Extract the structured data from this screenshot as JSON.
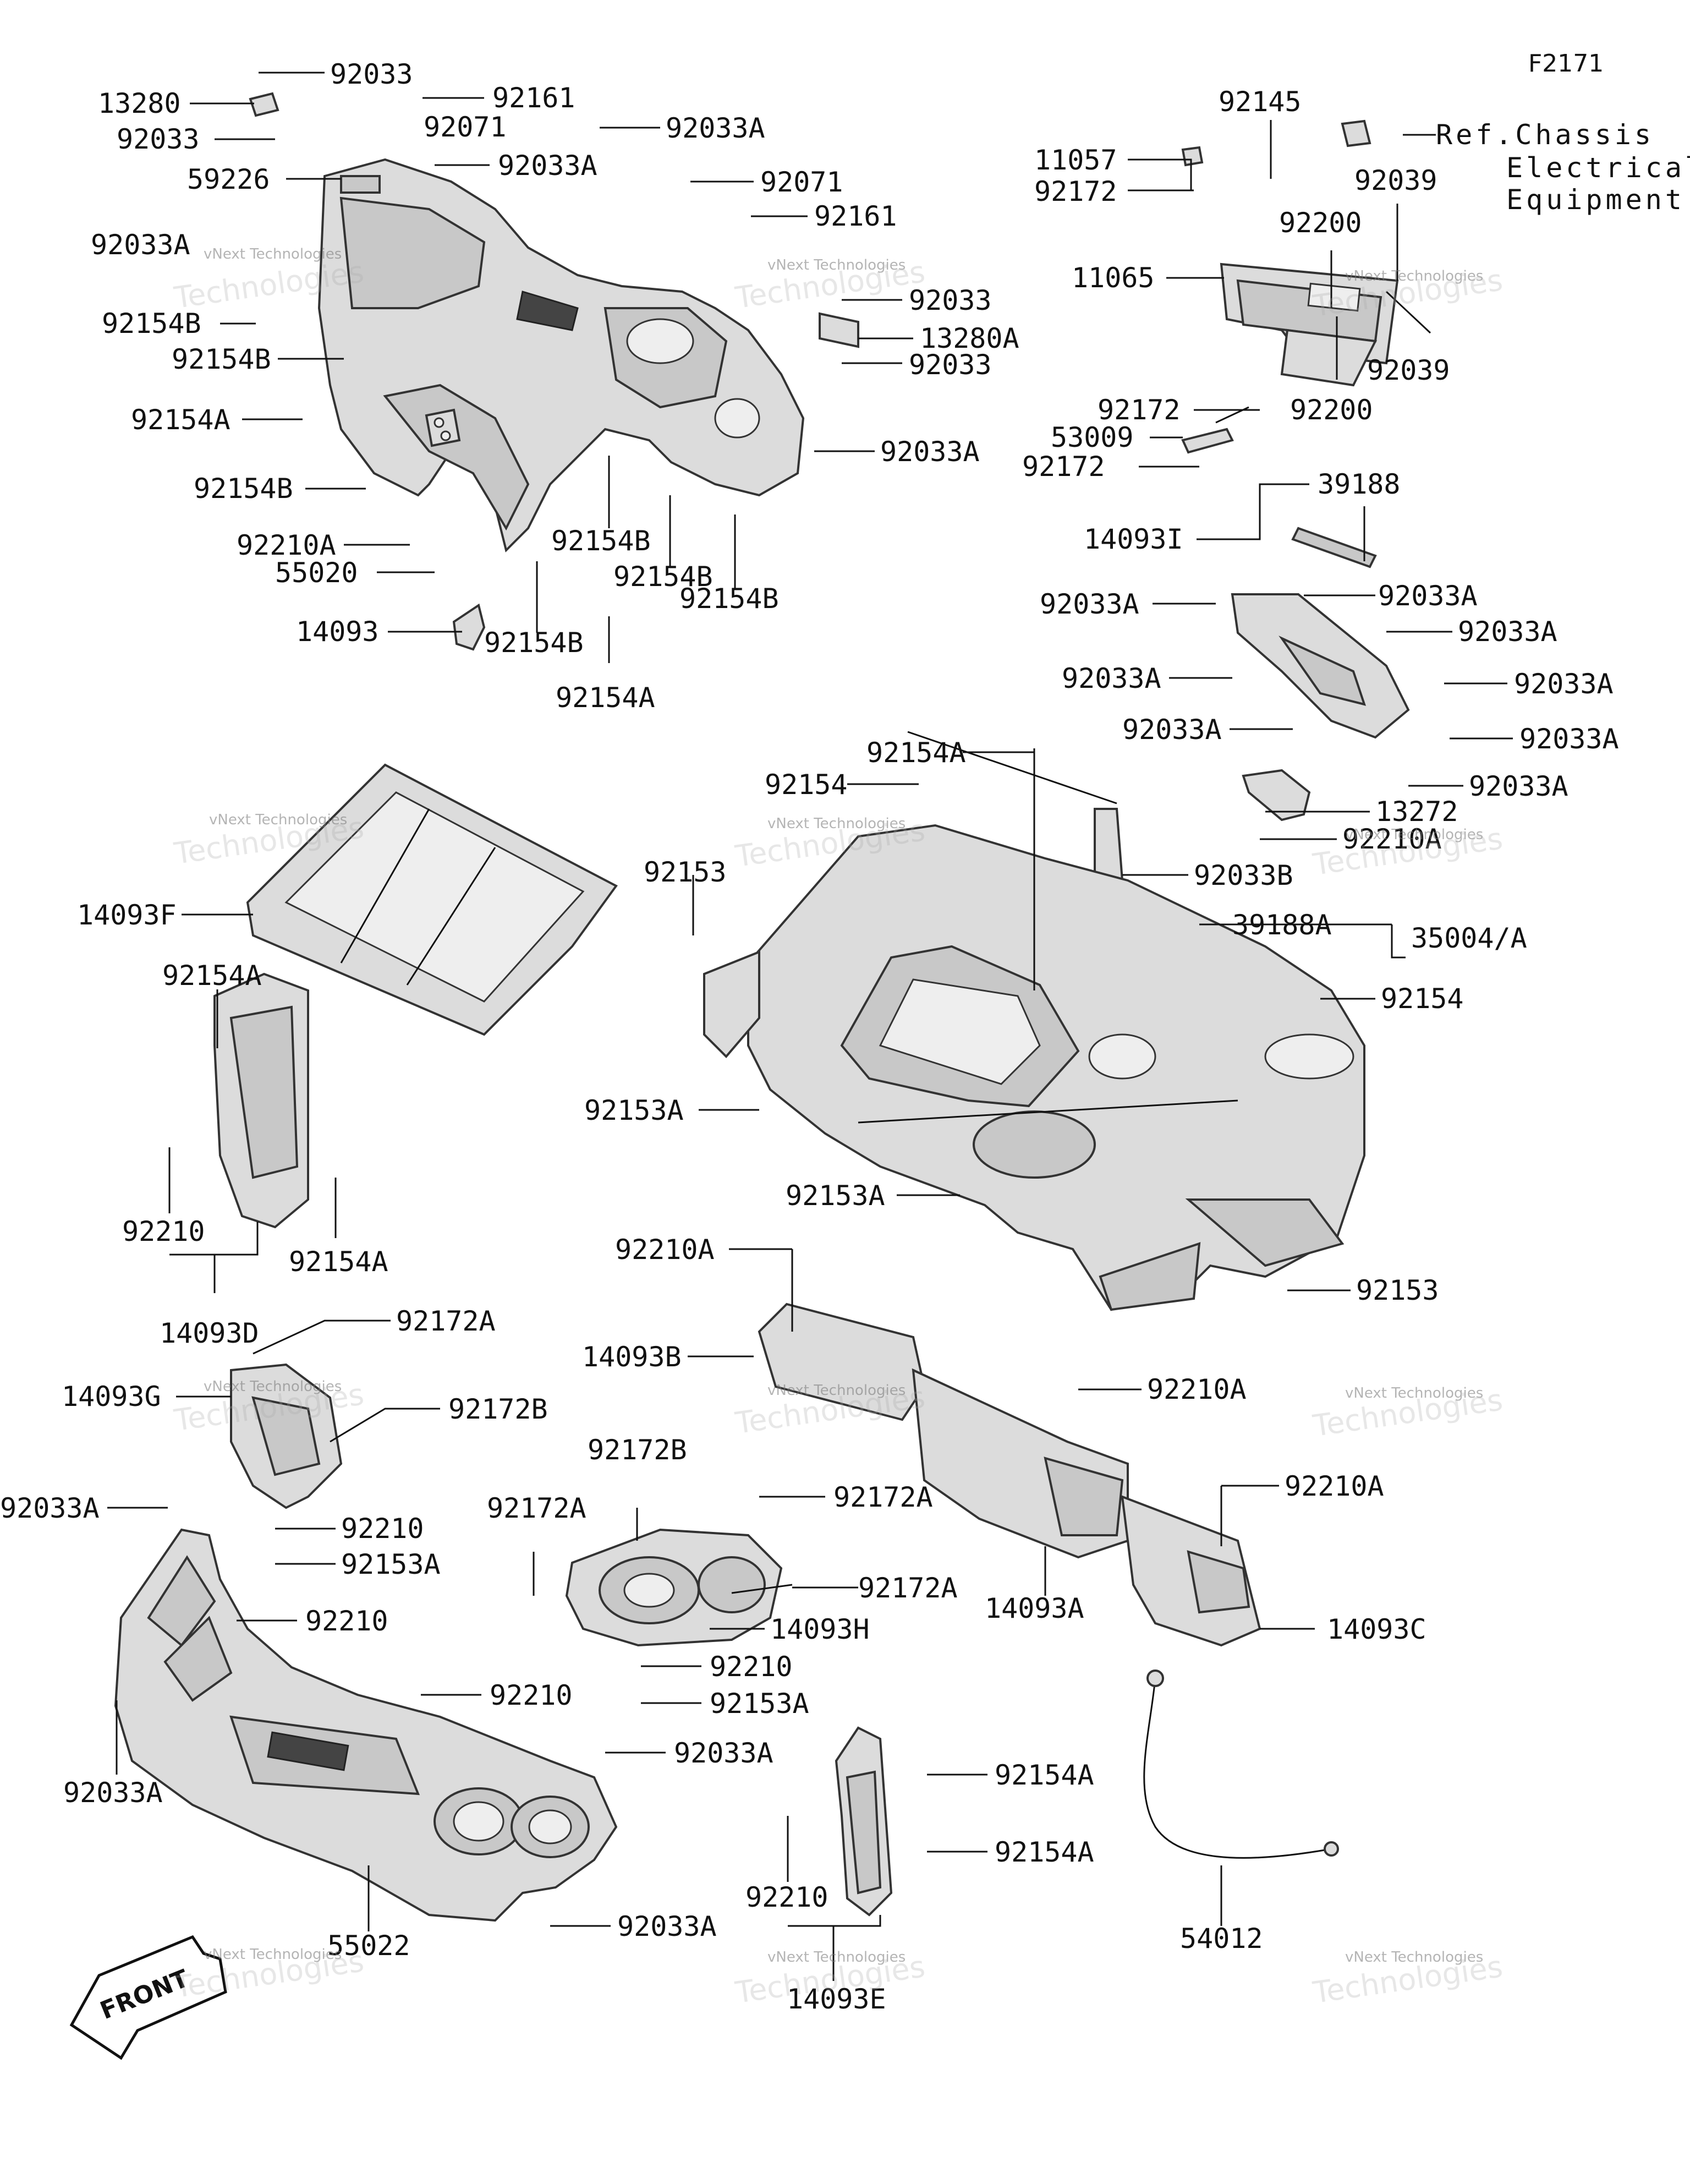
{
  "figure_code": "F2171",
  "ref_note": [
    "Ref.Chassis",
    "Electrical",
    "Equipment"
  ],
  "front_label": "FRONT",
  "watermark_line1": "vNext Technologies",
  "watermark_line2": "Technologies",
  "labels": {
    "l92033_a": "92033",
    "l92161_a": "92161",
    "l13280": "13280",
    "l92033_b": "92033",
    "l92071_a": "92071",
    "l92033A_a": "92033A",
    "l59226": "59226",
    "l92033A_b": "92033A",
    "l92071_b": "92071",
    "l92161_b": "92161",
    "l92033A_c": "92033A",
    "l92033_c": "92033",
    "l13280A": "13280A",
    "l92033_d": "92033",
    "l92154B_a": "92154B",
    "l92154B_b": "92154B",
    "l92154A_a": "92154A",
    "l92033A_d": "92033A",
    "l92154B_c": "92154B",
    "l92154B_d": "92154B",
    "l92154B_e": "92154B",
    "l92154B_f": "92154B",
    "l92210A_a": "92210A",
    "l55020": "55020",
    "l14093": "14093",
    "l92154B_g": "92154B",
    "l92154A_b": "92154A",
    "l92145": "92145",
    "l11057": "11057",
    "l92172_a": "92172",
    "l92039_a": "92039",
    "l92200_a": "92200",
    "l11065": "11065",
    "l92039_b": "92039",
    "l92200_b": "92200",
    "l92172_b": "92172",
    "l53009": "53009",
    "l92172_c": "92172",
    "l39188": "39188",
    "l14093I": "14093I",
    "l92033A_e": "92033A",
    "l92033A_f": "92033A",
    "l92033A_g": "92033A",
    "l92033A_h": "92033A",
    "l92033A_i": "92033A",
    "l92033A_j": "92033A",
    "l92033A_k": "92033A",
    "l92033A_l": "92033A",
    "l13272": "13272",
    "l92210A_b": "92210A",
    "l92154A_c": "92154A",
    "l92154_a": "92154",
    "l92033B": "92033B",
    "l92153_a": "92153",
    "l39188A": "39188A",
    "l35004A": "35004/A",
    "l14093F": "14093F",
    "l92154_b": "92154",
    "l92154A_d": "92154A",
    "l92153A_a": "92153A",
    "l92153A_b": "92153A",
    "l92210_a": "92210",
    "l92154A_e": "92154A",
    "l14093D": "14093D",
    "l92153_b": "92153",
    "l92210A_c": "92210A",
    "l92172A_a": "92172A",
    "l14093B": "14093B",
    "l92210A_d": "92210A",
    "l14093G": "14093G",
    "l92172B_a": "92172B",
    "l92172B_b": "92172B",
    "l92210A_e": "92210A",
    "l92033A_m": "92033A",
    "l92172A_b": "92172A",
    "l92172A_c": "92172A",
    "l92210_b": "92210",
    "l92153A_c": "92153A",
    "l92172A_d": "92172A",
    "l14093A": "14093A",
    "l14093H": "14093H",
    "l14093C": "14093C",
    "l92210_c": "92210",
    "l92210_d": "92210",
    "l92210_e": "92210",
    "l92153A_d": "92153A",
    "l92033A_n": "92033A",
    "l92033A_o": "92033A",
    "l92154A_f": "92154A",
    "l92154A_g": "92154A",
    "l92210_f": "92210",
    "l92033A_p": "92033A",
    "l55022": "55022",
    "l54012": "54012",
    "l14093E": "14093E"
  }
}
